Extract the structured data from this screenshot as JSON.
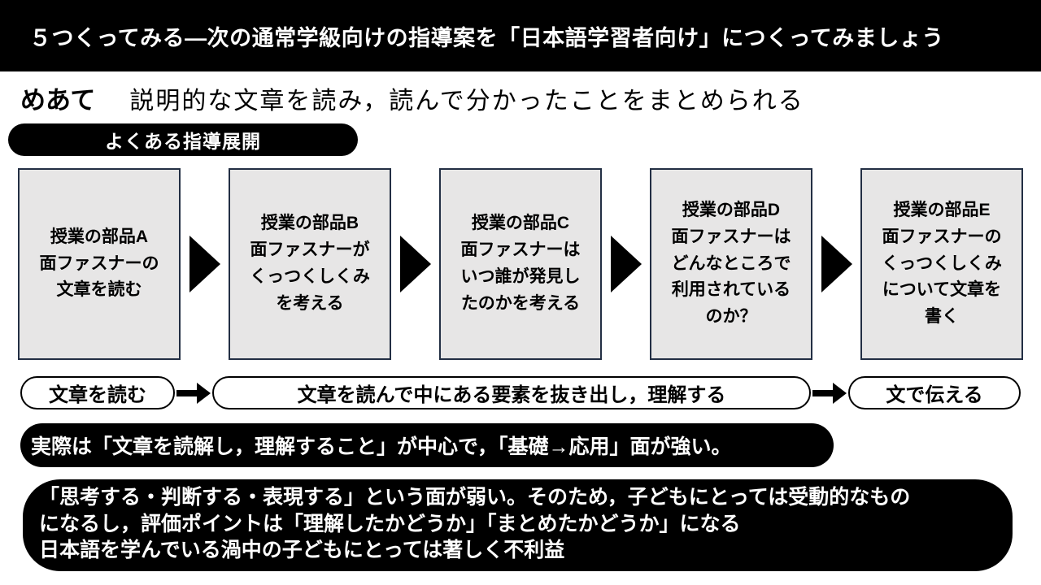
{
  "colors": {
    "bar_black": "#000000",
    "box_fill": "#e7e6e6",
    "box_border": "#232f44",
    "text_on_dark": "#ffffff"
  },
  "title_bar": {
    "text": "５つくってみる―次の通常学級向けの指導案を「日本語学習者向け」につくってみましょう"
  },
  "goal": {
    "label": "めあて",
    "text": "説明的な文章を読み，読んで分かったことをまとめられる"
  },
  "section_badge": {
    "label": "よくある指導展開"
  },
  "flow": {
    "boxes": [
      {
        "text": "授業の部品A\n面ファスナーの\n文章を読む"
      },
      {
        "text": "授業の部品B\n面ファスナーが\nくっつくしくみ\nを考える"
      },
      {
        "text": "授業の部品C\n面ファスナーは\nいつ誰が発見し\nたのかを考える"
      },
      {
        "text": "授業の部品D\n面ファスナーは\nどんなところで\n利用されている\nのか？"
      },
      {
        "text": "授業の部品E\n面ファスナーの\nくっつくしくみ\nについて文章を\n書く"
      }
    ]
  },
  "stages": {
    "read": "文章を読む",
    "extract": "文章を読んで中にある要素を抜き出し，理解する",
    "convey": "文で伝える"
  },
  "summary": {
    "text": "実際は「文章を読解し，理解すること」が中心で，「基礎→応用」面が強い。"
  },
  "critique": {
    "text": "「思考する・判断する・表現する」という面が弱い。そのため，子どもにとっては受動的なもの\nになるし，評価ポイントは「理解したかどうか」「まとめたかどうか」になる\n日本語を学んでいる渦中の子どもにとっては著しく不利益"
  }
}
